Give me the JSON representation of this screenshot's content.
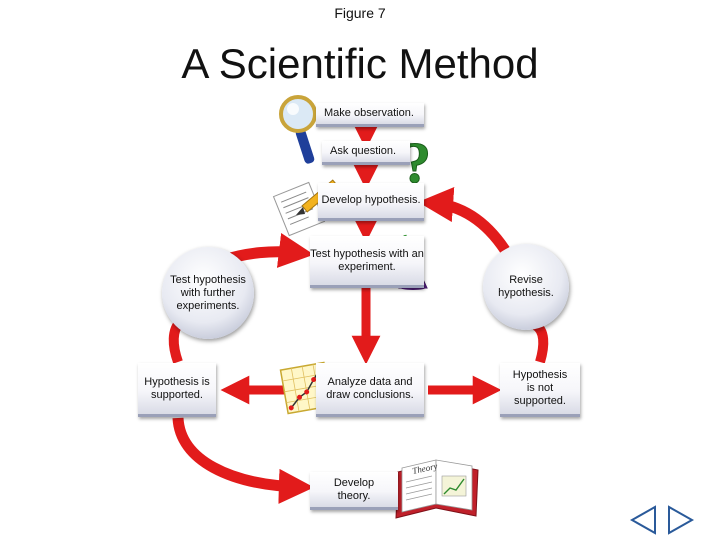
{
  "figure_label": "Figure 7",
  "title": "A Scientific Method",
  "steps": {
    "observe": "Make observation.",
    "question": "Ask question.",
    "develop_hypothesis": "Develop hypothesis.",
    "test_hypothesis": "Test hypothesis with an experiment.",
    "further_experiments": "Test hypothesis with further experiments.",
    "revise_hypothesis": "Revise hypothesis.",
    "supported": "Hypothesis is supported.",
    "analyze": "Analyze data and draw conclusions.",
    "not_supported": "Hypothesis is not supported.",
    "develop_theory": "Develop theory."
  },
  "book_word": "Theory",
  "colors": {
    "arrow": "#e21b1b",
    "arrow_dark": "#a50d0d",
    "question_mark": "#2e8b2e",
    "magnifier_handle": "#1f3f9a",
    "pencil": "#f2b21f",
    "flask_liquid": "#6a2b9a",
    "book_cover": "#c0202a"
  },
  "icons": [
    "magnifier-icon",
    "question-mark-icon",
    "notepad-pencil-icon",
    "flask-icon",
    "graph-icon",
    "book-icon",
    "back-arrow-icon",
    "forward-arrow-icon"
  ]
}
